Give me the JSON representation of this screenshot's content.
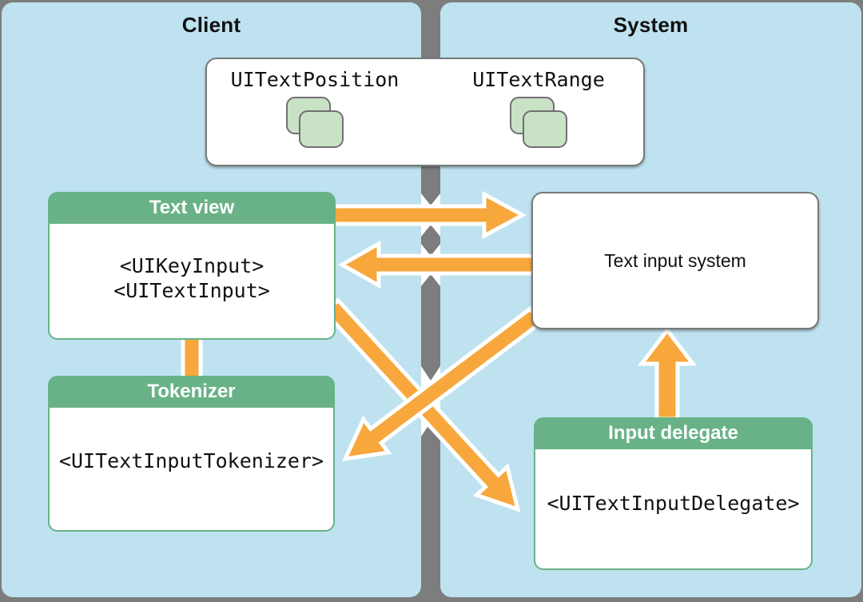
{
  "panels": {
    "client": {
      "label": "Client"
    },
    "system": {
      "label": "System"
    }
  },
  "classes_box": {
    "items": [
      {
        "label": "UITextPosition",
        "icon": "class-stack-icon"
      },
      {
        "label": "UITextRange",
        "icon": "class-stack-icon"
      }
    ]
  },
  "boxes": {
    "text_view": {
      "title": "Text view",
      "protocols": [
        "<UIKeyInput>",
        "<UITextInput>"
      ]
    },
    "text_input_system": {
      "label": "Text input system"
    },
    "tokenizer": {
      "title": "Tokenizer",
      "protocols": [
        "<UITextInputTokenizer>"
      ]
    },
    "input_delegate": {
      "title": "Input delegate",
      "protocols": [
        "<UITextInputDelegate>"
      ]
    }
  },
  "connections": [
    {
      "from": "text_view",
      "to": "text_input_system",
      "direction": "right"
    },
    {
      "from": "text_input_system",
      "to": "text_view",
      "direction": "left"
    },
    {
      "from": "text_view",
      "to": "tokenizer",
      "direction": "none"
    },
    {
      "from": "text_view",
      "to": "input_delegate",
      "direction": "down-right"
    },
    {
      "from": "text_input_system",
      "to": "tokenizer",
      "direction": "down-left"
    },
    {
      "from": "input_delegate",
      "to": "text_input_system",
      "direction": "up"
    }
  ],
  "colors": {
    "panel_blue": "#bee2ef",
    "divider_gray": "#7d7d7d",
    "accent_green": "#69b287",
    "icon_green": "#c9e2c6",
    "arrow_orange": "#f7a73c",
    "box_border_gray": "#7a7a7a",
    "text_black": "#111111",
    "white": "#ffffff"
  }
}
